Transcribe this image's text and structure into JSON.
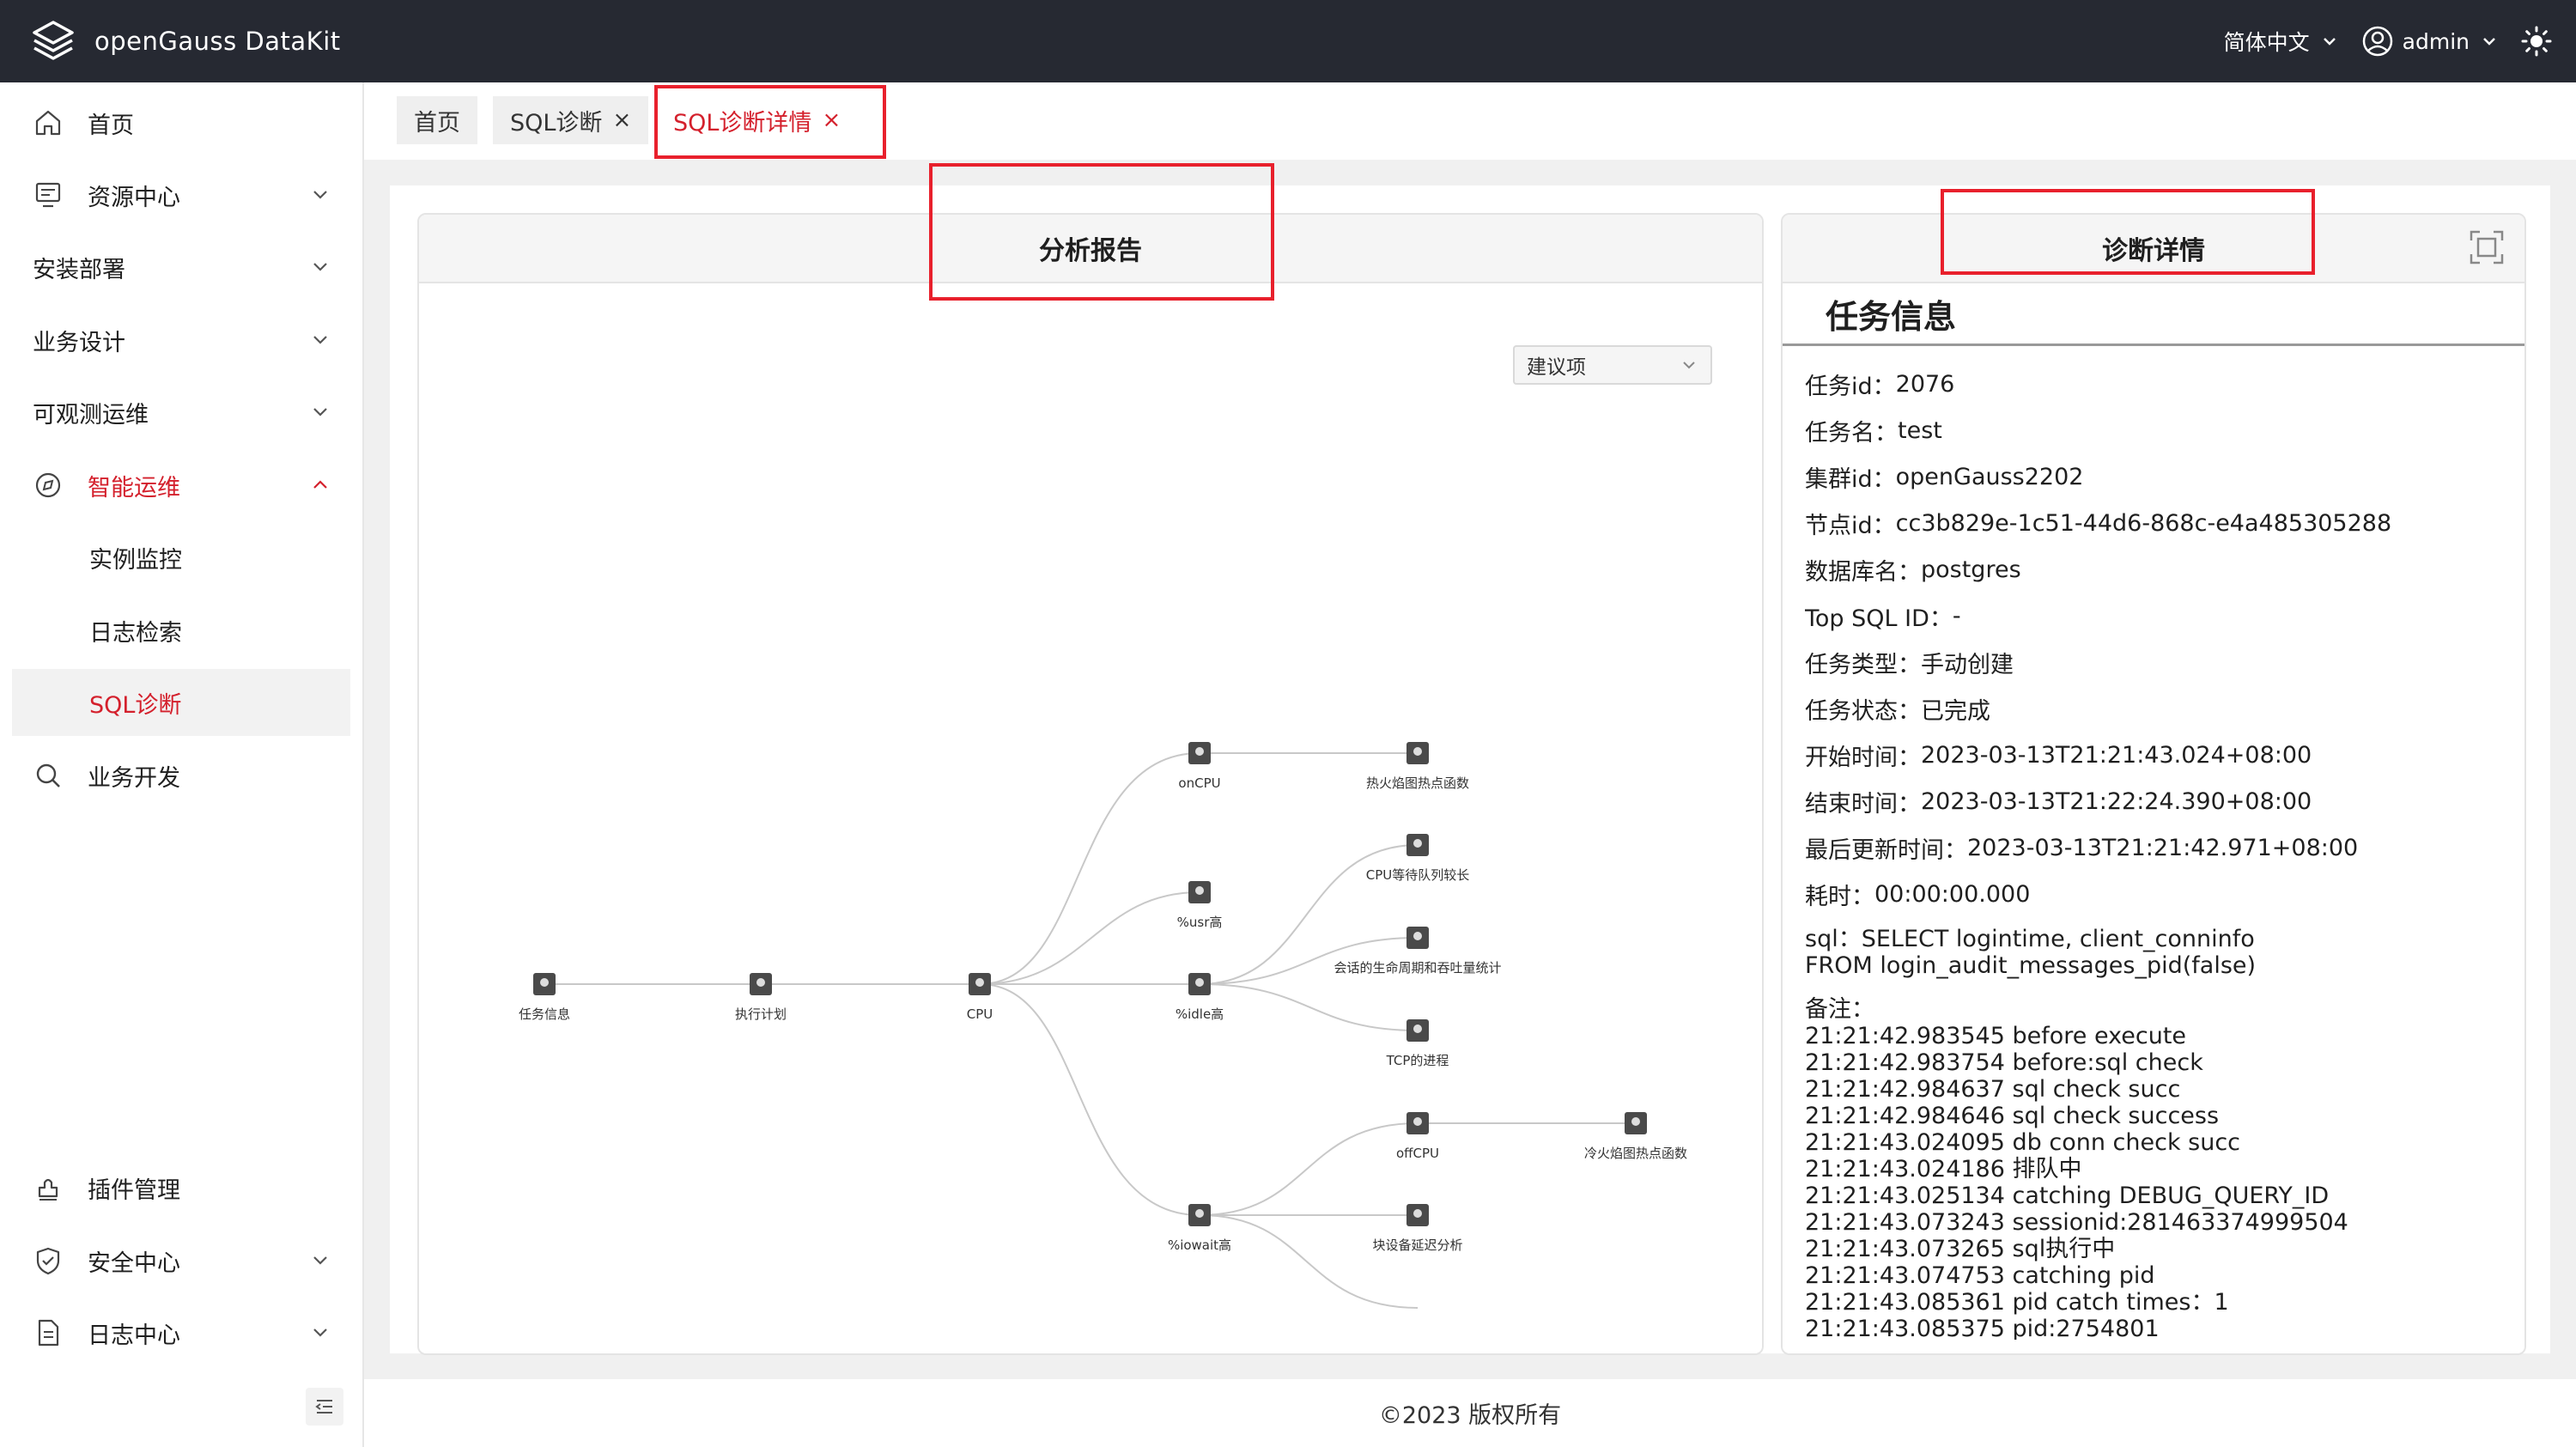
{
  "app": {
    "title": "openGauss DataKit"
  },
  "header": {
    "language": "简体中文",
    "user": "admin"
  },
  "sidebar": {
    "items": [
      {
        "label": "首页",
        "icon": "home-icon"
      },
      {
        "label": "资源中心",
        "icon": "monitor-icon"
      },
      {
        "label": "安装部署"
      },
      {
        "label": "业务设计"
      },
      {
        "label": "可观测运维"
      },
      {
        "label": "智能运维",
        "icon": "compass-icon"
      },
      {
        "label": "实例监控"
      },
      {
        "label": "日志检索"
      },
      {
        "label": "SQL诊断"
      },
      {
        "label": "业务开发",
        "icon": "search-icon"
      },
      {
        "label": "插件管理",
        "icon": "plugin-icon"
      },
      {
        "label": "安全中心",
        "icon": "shield-icon"
      },
      {
        "label": "日志中心",
        "icon": "document-icon"
      }
    ]
  },
  "tabs": [
    {
      "label": "首页"
    },
    {
      "label": "SQL诊断",
      "close": "×"
    },
    {
      "label": "SQL诊断详情",
      "close": "×"
    }
  ],
  "colors": {
    "accent": "#d4202c",
    "header_bg": "#262932",
    "highlight_box": "#e8202c"
  },
  "analysis": {
    "title": "分析报告",
    "select_value": "建议项",
    "nodes": [
      "任务信息",
      "执行计划",
      "CPU",
      "onCPU",
      "%usr高",
      "%idle高",
      "%iowait高",
      "热火焰图热点函数",
      "CPU等待队列较长",
      "会话的生命周期和吞吐量统计",
      "TCP的进程",
      "offCPU",
      "冷火焰图热点函数",
      "块设备延迟分析"
    ]
  },
  "detail": {
    "title": "诊断详情",
    "section": "任务信息",
    "fields": [
      {
        "k": "任务id：",
        "v": "2076"
      },
      {
        "k": "任务名：",
        "v": "test"
      },
      {
        "k": "集群id：",
        "v": "openGauss2202"
      },
      {
        "k": "节点id：",
        "v": "cc3b829e-1c51-44d6-868c-e4a485305288"
      },
      {
        "k": "数据库名：",
        "v": "postgres"
      },
      {
        "k": "Top SQL ID：",
        "v": "-"
      },
      {
        "k": "任务类型：",
        "v": "手动创建"
      },
      {
        "k": "任务状态：",
        "v": "已完成"
      },
      {
        "k": "开始时间：",
        "v": "2023-03-13T21:21:43.024+08:00"
      },
      {
        "k": "结束时间：",
        "v": "2023-03-13T21:22:24.390+08:00"
      },
      {
        "k": "最后更新时间：",
        "v": "2023-03-13T21:21:42.971+08:00"
      },
      {
        "k": "耗时：",
        "v": "00:00:00.000"
      }
    ],
    "sql_line1": "sql：SELECT logintime, client_conninfo",
    "sql_line2": "FROM login_audit_messages_pid(false)",
    "notes_label": "备注：",
    "notes": [
      "21:21:42.983545 before execute",
      "21:21:42.983754 before:sql check",
      "21:21:42.984637 sql check succ",
      "21:21:42.984646 sql check success",
      "21:21:43.024095 db conn check succ",
      "21:21:43.024186 排队中",
      "21:21:43.025134 catching DEBUG_QUERY_ID",
      "21:21:43.073243 sessionid:281463374999504",
      "21:21:43.073265 sql执行中",
      "21:21:43.074753 catching pid",
      "21:21:43.085361 pid catch times：1",
      "21:21:43.085375 pid:2754801"
    ]
  },
  "footer": {
    "copyright": "©2023 版权所有"
  }
}
